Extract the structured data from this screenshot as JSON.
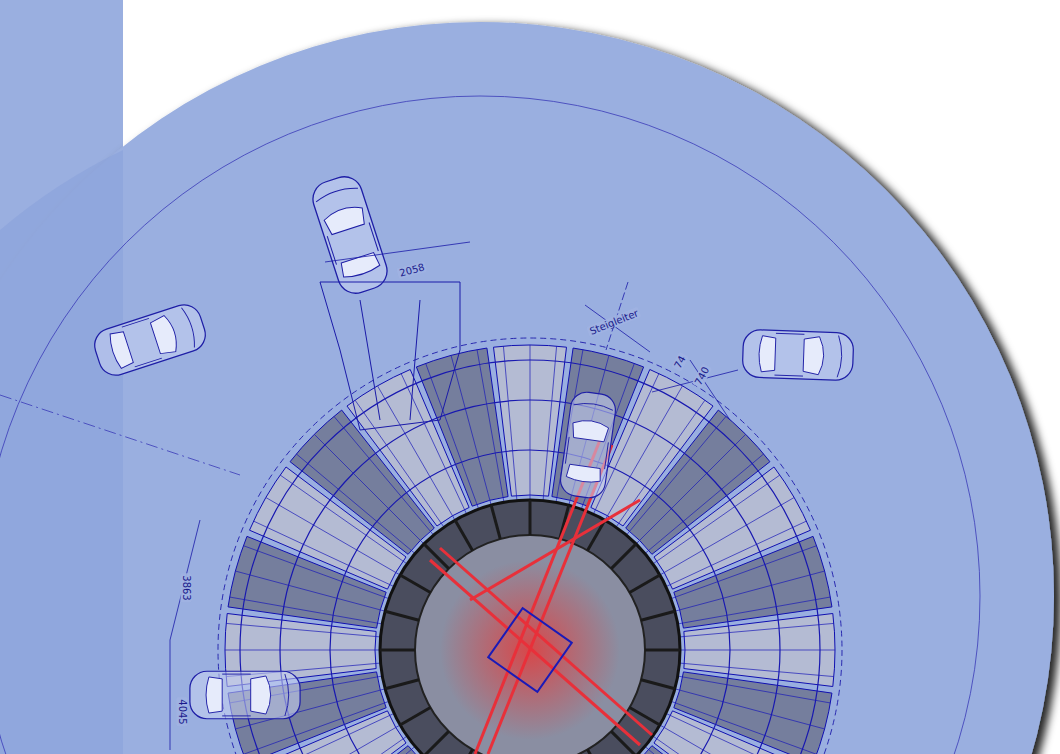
{
  "diagram": {
    "labels": [
      "2058",
      "Steigleiter",
      "74",
      "740",
      "3863",
      "4045"
    ]
  }
}
